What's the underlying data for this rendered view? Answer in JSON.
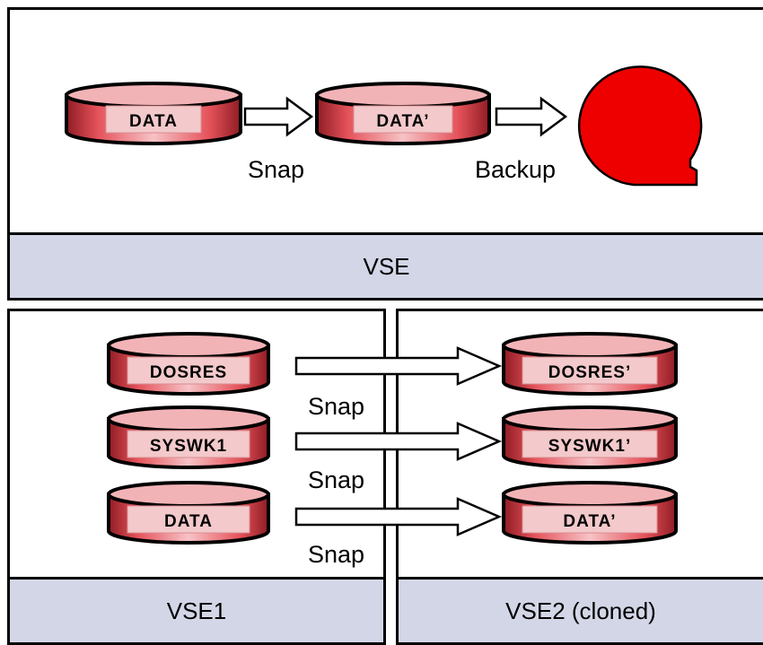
{
  "top_panel": {
    "band_label": "VSE",
    "disks": [
      "DATA",
      "DATA’"
    ],
    "steps": [
      "Snap",
      "Backup"
    ]
  },
  "bottom_left_panel": {
    "band_label": "VSE1",
    "disks": [
      "DOSRES",
      "SYSWK1",
      "DATA"
    ],
    "steps": [
      "Snap",
      "Snap",
      "Snap"
    ]
  },
  "bottom_right_panel": {
    "band_label": "VSE2 (cloned)",
    "disks": [
      "DOSRES’",
      "SYSWK1’",
      "DATA’"
    ]
  },
  "colors": {
    "disk_fill": "#e5525a",
    "disk_top": "#f2b3b6",
    "tape": "#ee0000",
    "band": "#d3d6e6"
  }
}
